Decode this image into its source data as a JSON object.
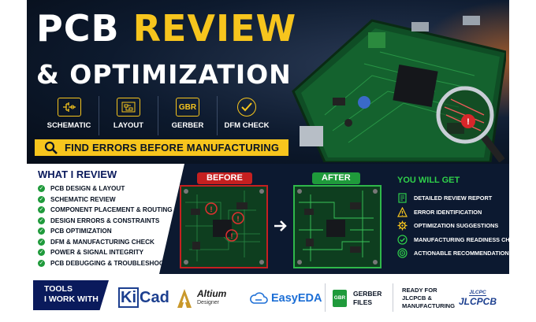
{
  "title": {
    "part1": "PCB",
    "part2": "REVIEW",
    "line2": "& OPTIMIZATION"
  },
  "features": [
    {
      "icon": "schematic-icon",
      "label": "SCHEMATIC"
    },
    {
      "icon": "layout-icon",
      "label": "LAYOUT"
    },
    {
      "icon": "gerber-icon",
      "label": "GERBER",
      "icon_text": "GBR"
    },
    {
      "icon": "check-icon",
      "label": "DFM CHECK"
    }
  ],
  "find_bar": {
    "text": "FIND ERRORS BEFORE MANUFACTURING"
  },
  "review": {
    "heading": "WHAT I REVIEW",
    "items": [
      "PCB DESIGN & LAYOUT",
      "SCHEMATIC REVIEW",
      "COMPONENT PLACEMENT & ROUTING",
      "DESIGN ERRORS & CONSTRAINTS",
      "PCB OPTIMIZATION",
      "DFM & MANUFACTURING CHECK",
      "POWER & SIGNAL INTEGRITY",
      "PCB DEBUGGING & TROUBLESHOOTING"
    ]
  },
  "compare": {
    "before": "BEFORE",
    "after": "AFTER"
  },
  "you_get": {
    "heading": "YOU WILL GET",
    "items": [
      {
        "icon": "report-icon",
        "label": "DETAILED REVIEW REPORT"
      },
      {
        "icon": "warning-icon",
        "label": "ERROR IDENTIFICATION"
      },
      {
        "icon": "gear-icon",
        "label": "OPTIMIZATION SUGGESTIONS"
      },
      {
        "icon": "check-circle-icon",
        "label": "MANUFACTURING READINESS CHECK"
      },
      {
        "icon": "target-icon",
        "label": "ACTIONABLE RECOMMENDATIONS"
      }
    ]
  },
  "tools": {
    "badge_line1": "TOOLS",
    "badge_line2": "I WORK WITH",
    "kicad_k": "Ki",
    "kicad_rest": "Cad",
    "altium_name": "Altium",
    "altium_sub": "Designer",
    "easyeda": "EasyEDA",
    "gerber_icon_text": "GBR",
    "gerber_line1": "GERBER",
    "gerber_line2": "FILES",
    "ready_line1": "READY FOR",
    "ready_line2": "JLCPCB &",
    "ready_line3": "MANUFACTURING",
    "jlc_small": "JLCPC",
    "jlc_big": "JLCPCB"
  },
  "colors": {
    "navy": "#0a1424",
    "yellow": "#f7c51d",
    "green": "#1f9a3b",
    "red": "#c52020",
    "brand_blue": "#0a1a5c"
  }
}
